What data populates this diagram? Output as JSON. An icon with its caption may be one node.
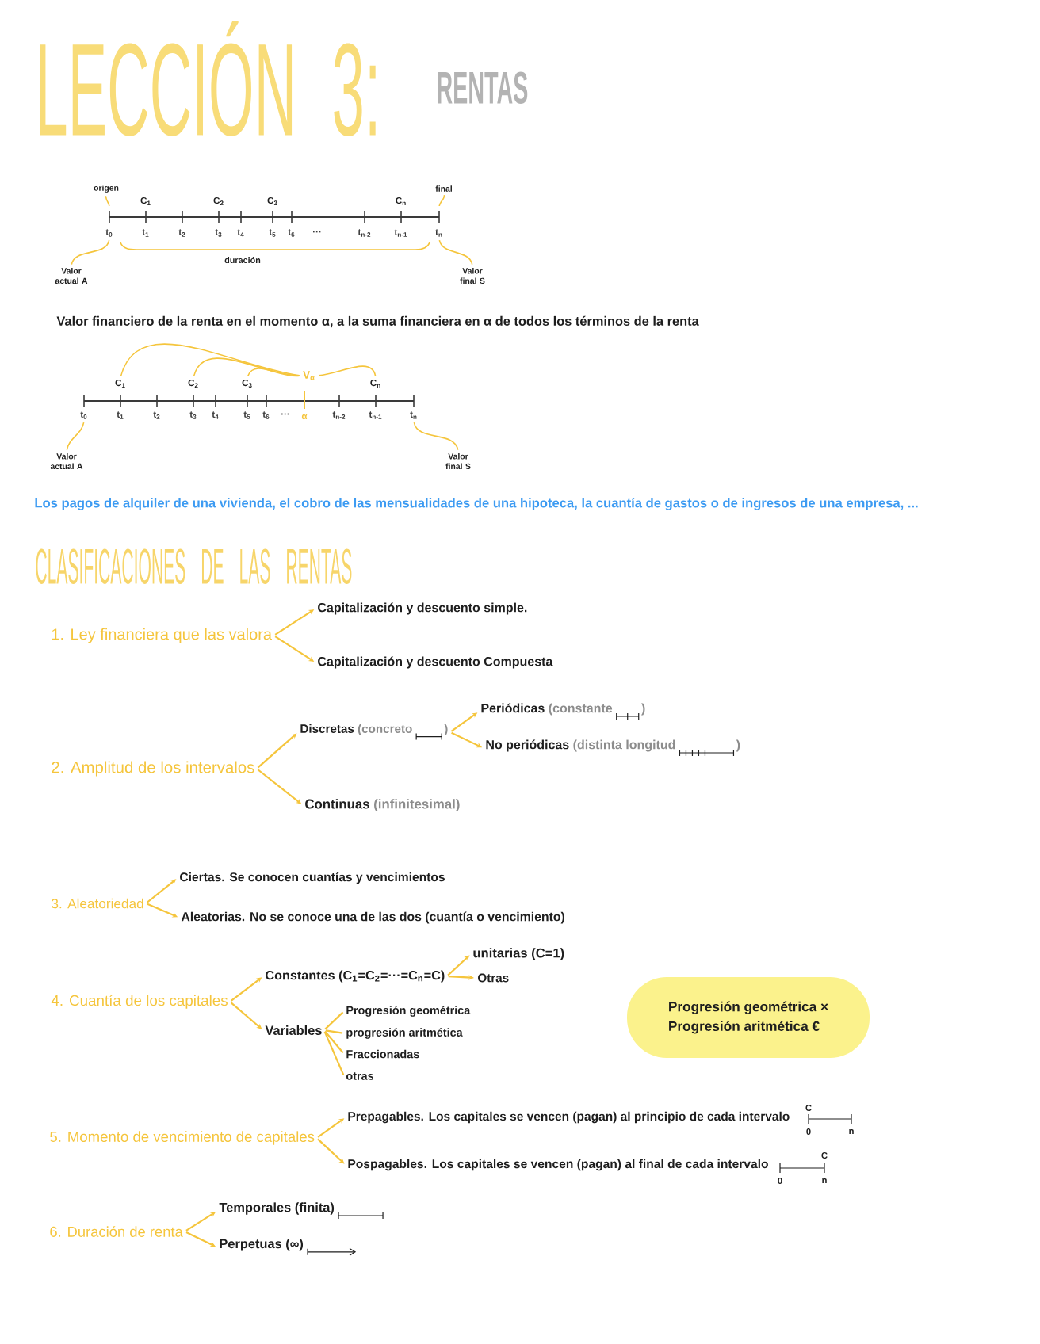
{
  "diagram": {
    "title": "LECCIÓN 3:",
    "nodes": [
      {
        "text": [
          "origen"
        ]
      },
      {
        "text": [
          "final"
        ]
      },
      {
        "text": [
          "t$_{0}$"
        ]
      },
      {
        "text": [
          "t$_{n}$"
        ]
      },
      {
        "text": [
          "Valor actual A"
        ]
      },
      {
        "text": [
          "Valor final S"
        ]
      },
      {
        "text": [
          "C$_{1}$"
        ]
      },
      {
        "text": [
          "C$_{2}$"
        ]
      },
      {
        "text": [
          "C$_{3}$"
        ]
      },
      {
        "text": [
          "V$_{α}$"
        ]
      },
      {
        "text": [
          "C$_{n}$"
        ]
      },
      {
        "text": [
          "t$_{0}$"
        ]
      },
      {
        "text": [
          "t$_{n}$"
        ]
      },
      {
        "text": [
          "Valor actual A"
        ]
      },
      {
        "text": [
          "Valor final S"
        ]
      },
      {
        "text": [
          "1. Ley financiera que las valora"
        ]
      },
      {
        "text": [
          "Capitalización y descuento simple."
        ]
      },
      {
        "text": [
          "Capitalización y descuento Compuesta"
        ]
      },
      {
        "text": [
          "2. Amplitud de los intervalos"
        ]
      },
      {
        "text": [
          "Discretas",
          "(concreto",
          ")"
        ]
      },
      {
        "text": [
          "Periódicas",
          "(constante",
          ")"
        ]
      },
      {
        "text": [
          "No periódicas",
          "(distinta longitud",
          ")"
        ]
      },
      {
        "text": [
          "Continuas",
          "(infinitesimal)"
        ]
      },
      {
        "text": [
          "3. Aleatoriedad"
        ]
      },
      {
        "text": [
          "Ciertas. Se conocen cuantías y vencimientos"
        ]
      },
      {
        "text": [
          "Aleatorias. No se conoce una de las dos (cuantía o vencimiento)"
        ]
      },
      {
        "text": [
          "4. Cuantía de los capitales"
        ]
      },
      {
        "text": [
          "Constantes (C$_{1}$=C$_{2}$=···=C$_{n}$=C)"
        ]
      },
      {
        "text": [
          "unitarias (C=1)"
        ]
      },
      {
        "text": [
          "Otras"
        ]
      },
      {
        "text": [
          "Variables"
        ]
      },
      {
        "text": [
          "Progresión geométrica"
        ]
      },
      {
        "text": [
          "progresión aritmética"
        ]
      },
      {
        "text": [
          "Fraccionadas"
        ]
      },
      {
        "text": [
          "otras"
        ]
      },
      {
        "text": [
          "Progresión geométrica ×",
          "Progresión aritmética €"
        ]
      },
      {
        "text": [
          "5. Momento de vencimiento de capitales"
        ]
      },
      {
        "text": [
          "Prepagables. Los capitales se vencen (pagan) al principio de cada intervalo"
        ]
      },
      {
        "text": [
          "Pospagables. Los capitales se vencen (pagan) al final de cada intervalo"
        ]
      },
      {
        "text": [
          "6. Duración de renta"
        ]
      },
      {
        "text": [
          "Temporales (finita)"
        ]
      },
      {
        "text": [
          "Perpetuas (∞)"
        ]
      }
    ],
    "edges": [
      {
        "from": 0,
        "to": null,
        "arrow": "none"
      },
      {
        "from": 1,
        "to": null,
        "arrow": "none"
      },
      {
        "from": 4,
        "to": 2,
        "arrow": "none"
      },
      {
        "from": 5,
        "to": 3,
        "arrow": "none"
      },
      {
        "from": 6,
        "to": 9,
        "arrow": "none"
      },
      {
        "from": 7,
        "to": 9,
        "arrow": "none"
      },
      {
        "from": 8,
        "to": 9,
        "arrow": "none"
      },
      {
        "from": 10,
        "to": 9,
        "arrow": "none"
      },
      {
        "from": 13,
        "to": 11,
        "arrow": "none"
      },
      {
        "from": 14,
        "to": 12,
        "arrow": "none"
      },
      {
        "from": 15,
        "to": 16,
        "arrow": "to"
      },
      {
        "from": 15,
        "to": 17,
        "arrow": "to"
      },
      {
        "from": 18,
        "to": 19,
        "arrow": "to"
      },
      {
        "from": 18,
        "to": 22,
        "arrow": "to"
      },
      {
        "from": 19,
        "to": 20,
        "arrow": "to"
      },
      {
        "from": 19,
        "to": 21,
        "arrow": "to"
      },
      {
        "from": 23,
        "to": 24,
        "arrow": "to"
      },
      {
        "from": 23,
        "to": 25,
        "arrow": "to"
      },
      {
        "from": 26,
        "to": 27,
        "arrow": "to"
      },
      {
        "from": 26,
        "to": 30,
        "arrow": "to"
      },
      {
        "from": 27,
        "to": 28,
        "arrow": "to"
      },
      {
        "from": 27,
        "to": 29,
        "arrow": "to"
      },
      {
        "from": 30,
        "to": 31,
        "arrow": "none"
      },
      {
        "from": 30,
        "to": 32,
        "arrow": "none"
      },
      {
        "from": 30,
        "to": 33,
        "arrow": "none"
      },
      {
        "from": 30,
        "to": 34,
        "arrow": "none"
      },
      {
        "from": 36,
        "to": 37,
        "arrow": "to"
      },
      {
        "from": 36,
        "to": 38,
        "arrow": "to"
      },
      {
        "from": 39,
        "to": 40,
        "arrow": "to"
      },
      {
        "from": 39,
        "to": 41,
        "arrow": "to"
      }
    ],
    "labels": [
      "RENTAS",
      "C$_{1}$",
      "C$_{2}$",
      "C$_{3}$",
      "C$_{n}$",
      "t$_{1}$",
      "t$_{2}$",
      "t$_{3}$",
      "t$_{4}$",
      "t$_{5}$",
      "t$_{6}$",
      "···",
      "t$_{n-2}$",
      "t$_{n-1}$",
      "duración",
      "Valor financiero de la renta en el momento α, a la suma financiera en α de todos los términos de la renta",
      "t$_{1}$",
      "t$_{2}$",
      "t$_{3}$",
      "t$_{4}$",
      "t$_{5}$",
      "t$_{6}$",
      "···",
      "α",
      "t$_{n-2}$",
      "t$_{n-1}$",
      "Los pagos de alquiler de una vivienda, el cobro de las mensualidades de una hipoteca, la cuantía de gastos o de ingresos de una empresa, ...",
      "CLASIFICACIONES DE LAS RENTAS",
      "C",
      "0",
      "n",
      "C",
      "0",
      "n"
    ]
  }
}
